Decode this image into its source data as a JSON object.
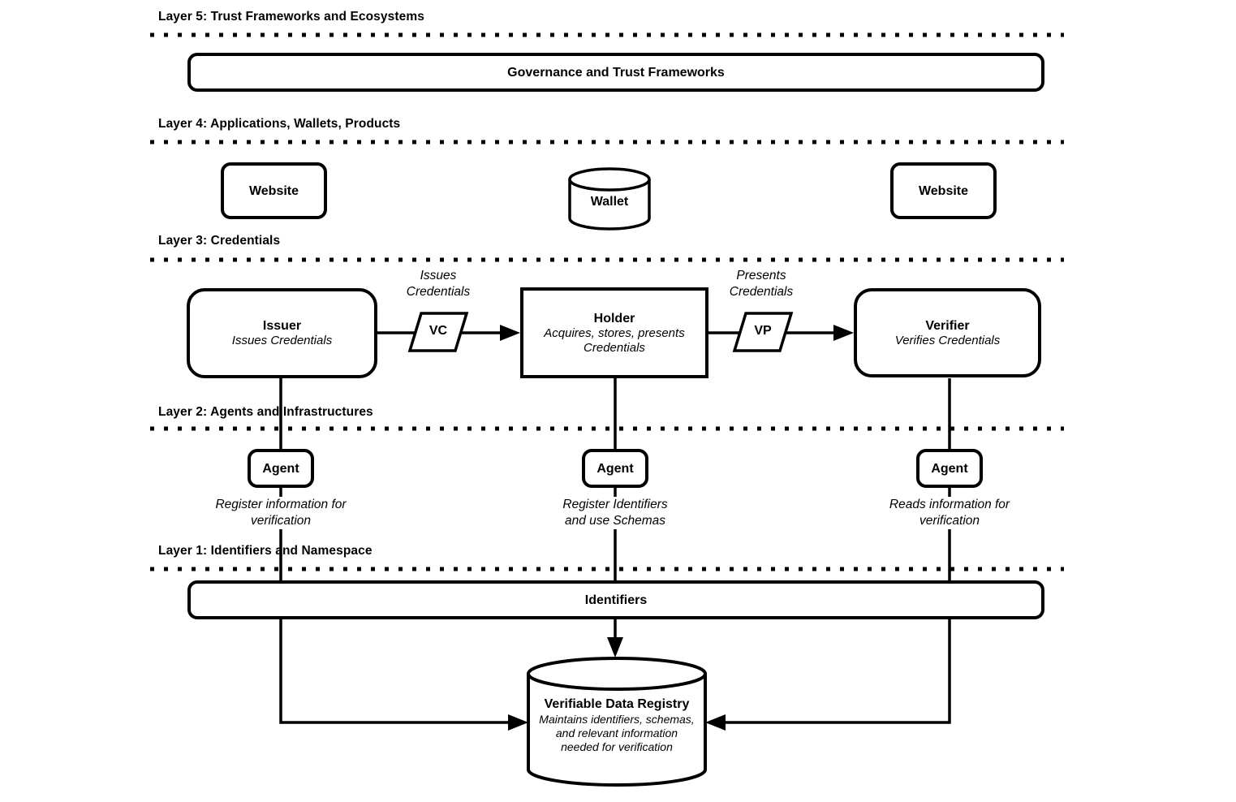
{
  "diagram": {
    "colors": {
      "ink": "#000000",
      "background": "#ffffff"
    },
    "layers": [
      {
        "label": "Layer 5: Trust Frameworks and Ecosystems"
      },
      {
        "label": "Layer 4: Applications, Wallets, Products"
      },
      {
        "label": "Layer 3: Credentials"
      },
      {
        "label": "Layer 2: Agents and Infrastructures"
      },
      {
        "label": "Layer 1: Identifiers and Namespace"
      }
    ],
    "nodes": {
      "governance": {
        "label": "Governance and Trust Frameworks"
      },
      "website_left": {
        "label": "Website"
      },
      "wallet": {
        "label": "Wallet"
      },
      "website_right": {
        "label": "Website"
      },
      "issuer": {
        "title": "Issuer",
        "subtitle": "Issues Credentials"
      },
      "holder": {
        "title": "Holder",
        "subtitle": "Acquires, stores, presents\nCredentials"
      },
      "verifier": {
        "title": "Verifier",
        "subtitle": "Verifies Credentials"
      },
      "vc": {
        "label": "VC"
      },
      "vp": {
        "label": "VP"
      },
      "agent_left": {
        "label": "Agent"
      },
      "agent_middle": {
        "label": "Agent"
      },
      "agent_right": {
        "label": "Agent"
      },
      "identifiers": {
        "label": "Identifiers"
      },
      "vdr": {
        "title": "Verifiable Data Registry",
        "subtitle": "Maintains identifiers, schemas,\nand relevant information\nneeded for verification"
      }
    },
    "edge_labels": {
      "issues_credentials": "Issues\nCredentials",
      "presents_credentials": "Presents\nCredentials",
      "register_info": "Register information for\nverification",
      "register_identifiers": "Register Identifiers\nand use Schemas",
      "reads_info": "Reads information for\nverification"
    }
  }
}
